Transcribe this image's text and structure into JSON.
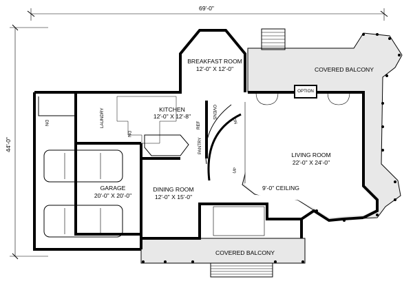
{
  "dimensions": {
    "width": "69'-0\"",
    "depth": "44'-0\""
  },
  "rooms": {
    "breakfast": {
      "name": "BREAKFAST ROOM",
      "size": "12'-0\" X 12'-0\""
    },
    "covered_balcony_rear": {
      "name": "COVERED BALCONY"
    },
    "option": {
      "name": "OPTION"
    },
    "kitchen": {
      "name": "KITCHEN",
      "size": "12'-0\" X 12'-8\""
    },
    "laundry": {
      "name": "LAUNDRY"
    },
    "ref": {
      "name": "REF"
    },
    "ovens": {
      "name": "OVENS"
    },
    "pantry": {
      "name": "PANTRY"
    },
    "living": {
      "name": "LIVING ROOM",
      "size": "22'-0\" X 24'-0\""
    },
    "ceiling": {
      "note": "9'-0\" CEILING"
    },
    "garage": {
      "name": "GARAGE",
      "size": "20'-0\" X 20'-0\""
    },
    "dining": {
      "name": "DINING ROOM",
      "size": "12'-0\" X 15'-0\""
    },
    "covered_balcony_front": {
      "name": "COVERED BALCONY"
    }
  },
  "stair_labels": {
    "down_left": "DN",
    "down_mid": "DN",
    "stair_dn": "DN",
    "stair_up": "UP"
  }
}
